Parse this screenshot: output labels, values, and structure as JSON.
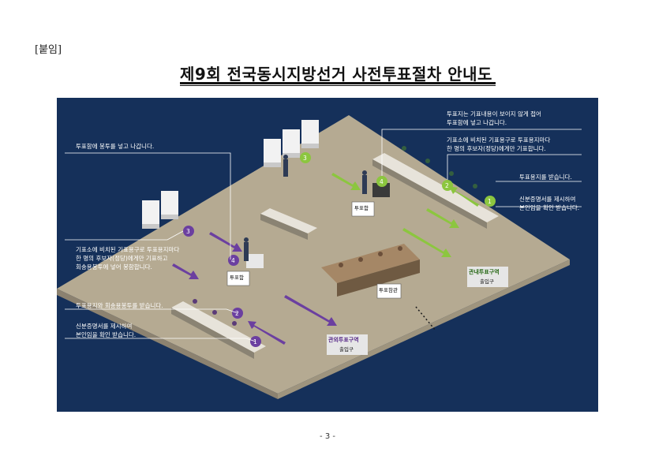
{
  "attachment_label": "[붙임]",
  "title": "제9회 전국동시지방선거 사전투표절차 안내도",
  "page_number": "- 3 -",
  "colors": {
    "panel_bg": "#15305a",
    "floor": "#b5aa92",
    "green_step": "#8cc63f",
    "purple_step": "#6b3fa0"
  },
  "icons": [
    "voting-booth-icon",
    "ballot-box-icon",
    "voter-figure-icon",
    "arrow-icon",
    "step-number-badge"
  ],
  "notes_right": {
    "note4": [
      "투표지는 기표내용이 보이지 않게 접어",
      "투표함에 넣고 나갑니다."
    ],
    "note3": [
      "기표소에 비치된 기표용구로 투표용지마다",
      "한 명의 후보자(정당)에게만 기표합니다."
    ],
    "note2": [
      "투표용지를 받습니다."
    ],
    "note1": [
      "신분증명서를 제시하여",
      "본인임을 확인 받습니다."
    ]
  },
  "notes_left": {
    "note4": [
      "투표함에 봉투를 넣고 나갑니다."
    ],
    "note3": [
      "기표소에 비치된 기표용구로 투표용지마다",
      "한 명의 후보자(정당)에게만 기표하고",
      "회송용봉투에 넣어 봉함합니다."
    ],
    "note2": [
      "투표용지와 회송용봉투를 받습니다."
    ],
    "note1": [
      "신분증명서를 제시하여",
      "본인임을 확인 받습니다."
    ]
  },
  "steps": {
    "s1": "1",
    "s2": "2",
    "s3": "3",
    "s4": "4"
  },
  "scene_labels": {
    "ballot_box": "투표함",
    "observer": "투표참관",
    "inner_exit": "관내투표구역",
    "outer_exit": "관외투표구역",
    "entrance": "출입구"
  }
}
